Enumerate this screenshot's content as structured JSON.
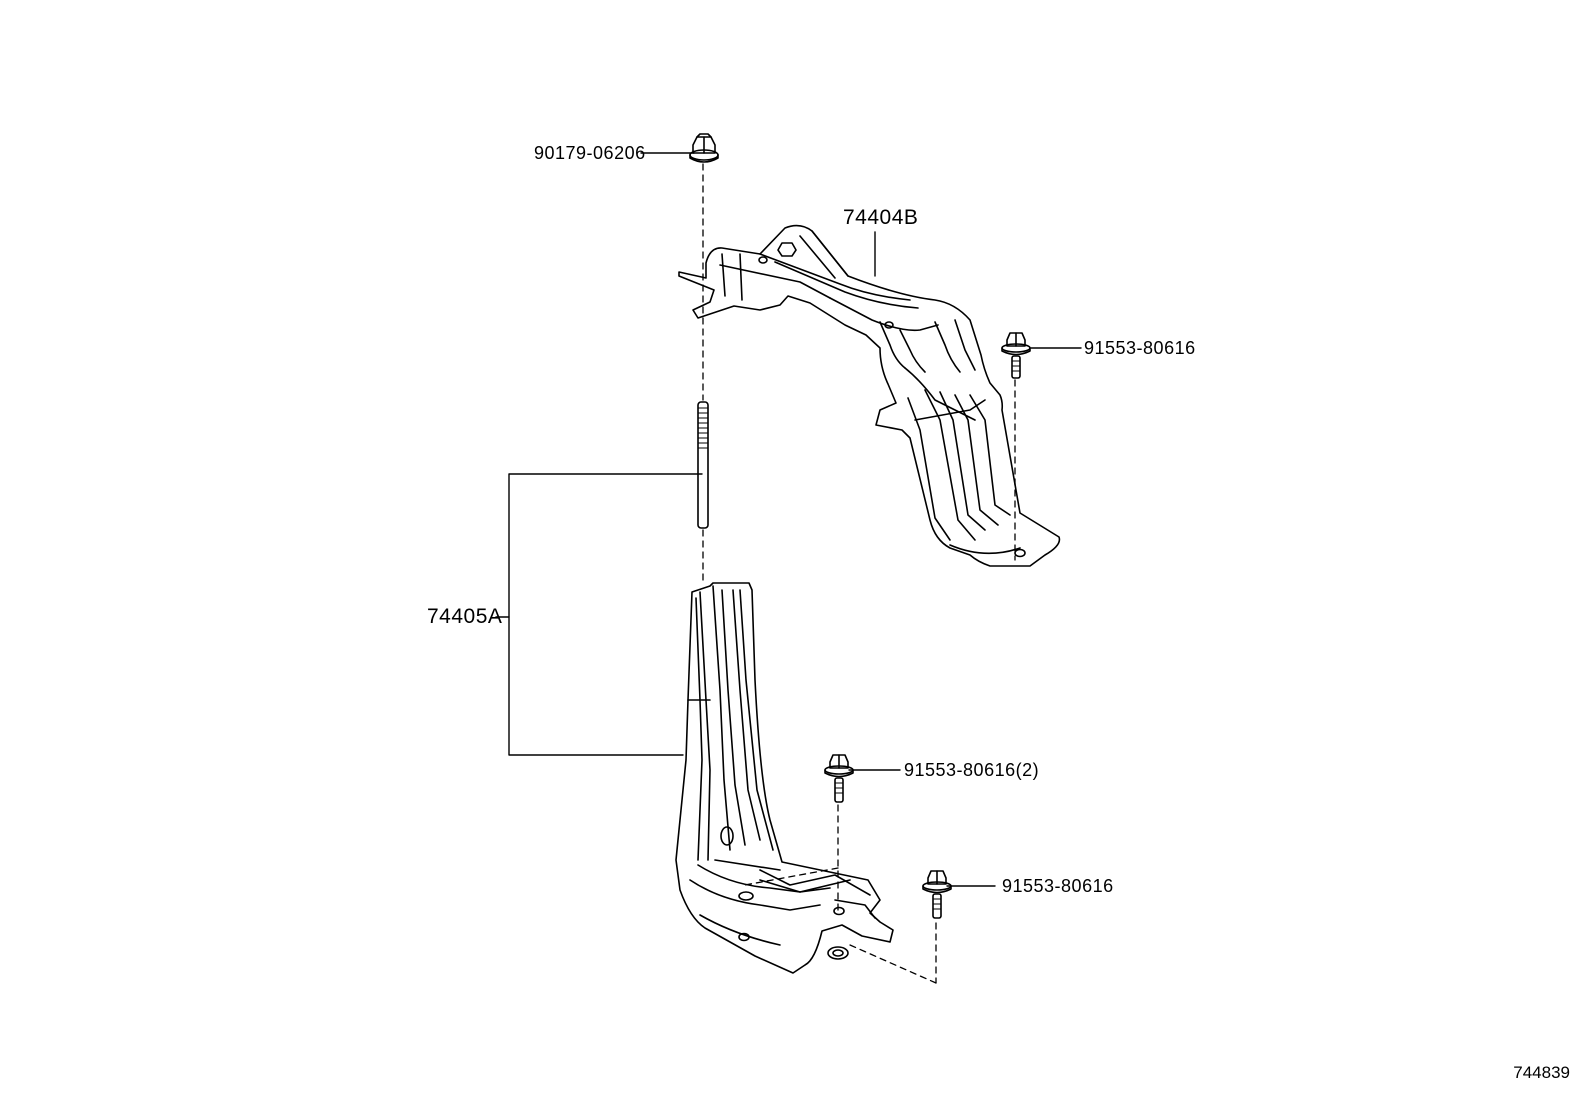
{
  "diagram": {
    "figure_number": "744839",
    "parts": {
      "nut": {
        "part_number": "90179-06206"
      },
      "bracket_upper": {
        "part_number": "74404B"
      },
      "bracket_lower": {
        "part_number": "74405A"
      },
      "bolt_upper": {
        "part_number": "91553-80616"
      },
      "bolt_middle": {
        "part_number": "91553-80616(2)"
      },
      "bolt_lower": {
        "part_number": "91553-80616"
      }
    },
    "colors": {
      "line": "#000000",
      "background": "#ffffff"
    }
  }
}
